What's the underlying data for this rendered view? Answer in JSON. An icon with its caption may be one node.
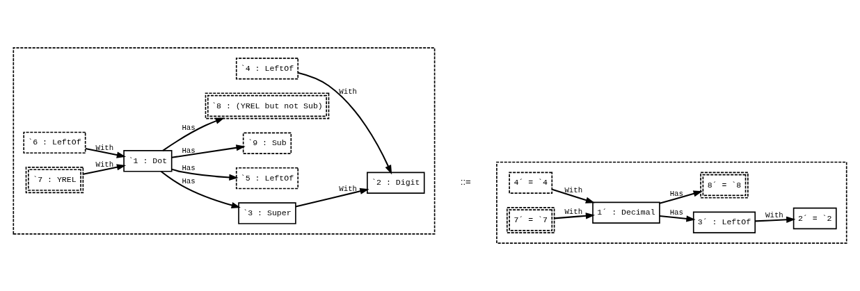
{
  "diagram": {
    "nodes": [
      {
        "text": [],
        "shape": "box"
      },
      {
        "text": [
          "`4 : LeftOf"
        ],
        "in": 0
      },
      {
        "text": [
          "`2 : Digit"
        ],
        "in": 0
      },
      {
        "text": [
          "`3 : Super"
        ],
        "in": 0
      },
      {
        "text": [
          "`6 : LeftOf"
        ],
        "in": 0
      },
      {
        "text": [
          "`1 : Dot"
        ],
        "in": 0
      },
      {
        "text": [
          "`5 : LeftOf"
        ],
        "in": 0
      },
      {
        "text": [
          "`7 : YREL"
        ],
        "in": 0
      },
      {
        "text": [
          "`9 : Sub"
        ],
        "in": 0
      },
      {
        "text": [
          "`8 : (YREL but not Sub)"
        ],
        "in": 0
      },
      {
        "text": [],
        "shape": "box"
      },
      {
        "text": [
          "4´ = `4"
        ],
        "in": 10
      },
      {
        "text": [
          "2´ = `2"
        ],
        "in": 10
      },
      {
        "text": [
          "3´ : LeftOf"
        ],
        "in": 10
      },
      {
        "text": [
          "1´ : Decimal"
        ],
        "in": 10
      },
      {
        "text": [
          "7´ = `7"
        ],
        "in": 10
      },
      {
        "text": [
          "8´ = `8"
        ],
        "in": 10
      }
    ],
    "edges": [
      {
        "from": 1,
        "to": 2,
        "arrow": "to",
        "label": "With"
      },
      {
        "from": 3,
        "to": 2,
        "arrow": "to",
        "label": "With"
      },
      {
        "from": 4,
        "to": 5,
        "arrow": "to",
        "label": "With"
      },
      {
        "from": 7,
        "to": 5,
        "arrow": "to",
        "label": "With"
      },
      {
        "from": 5,
        "to": 3,
        "arrow": "to",
        "label": "Has"
      },
      {
        "from": 5,
        "to": 6,
        "arrow": "to",
        "label": "Has"
      },
      {
        "from": 5,
        "to": 8,
        "arrow": "to",
        "label": "Has"
      },
      {
        "from": 5,
        "to": 9,
        "arrow": "to",
        "label": "Has"
      },
      {
        "from": 11,
        "to": 14,
        "arrow": "to",
        "label": "With"
      },
      {
        "from": 15,
        "to": 14,
        "arrow": "to",
        "label": "With"
      },
      {
        "from": 14,
        "to": 13,
        "arrow": "to",
        "label": "Has"
      },
      {
        "from": 13,
        "to": 12,
        "arrow": "to",
        "label": "With"
      },
      {
        "from": 14,
        "to": 16,
        "arrow": "to",
        "label": "Has"
      }
    ],
    "labels": [
      "::="
    ]
  }
}
